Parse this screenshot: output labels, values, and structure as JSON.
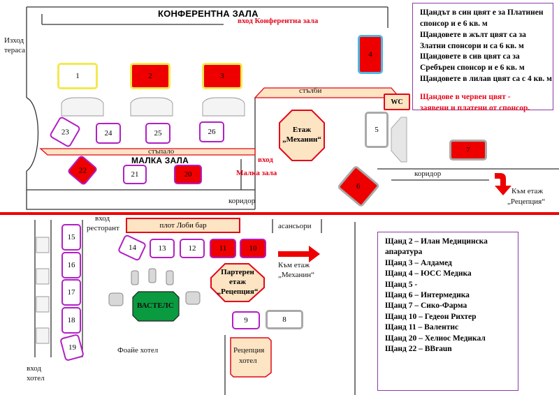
{
  "halls": {
    "conference_title": "КОНФЕРЕНТНА ЗАЛА",
    "conference_entry": "вход Конферентна зала",
    "small_title": "МАЛКА ЗАЛА",
    "small_entry_line1": "вход",
    "small_entry_line2": "Малка зала"
  },
  "labels": {
    "terrace_exit_line1": "Изход",
    "terrace_exit_line2": "тераса",
    "stairs_top": "стълби",
    "stairs_mid": "стъпало",
    "corridor_1": "коридор",
    "corridor_2": "коридор",
    "wc": "WC",
    "to_reception_line1": "Към етаж",
    "to_reception_line2": "„Рецепция“",
    "to_mechanin_line1": "Към етаж",
    "to_mechanin_line2": "„Механин“",
    "restaurant_entry_line1": "вход",
    "restaurant_entry_line2": "ресторант",
    "lobby_bar": "плот Лоби бар",
    "elevators": "асансьори",
    "lobby_hotel": "Фоайе хотел",
    "hotel_entry_line1": "вход",
    "hotel_entry_line2": "хотел",
    "vastels": "ВАСТЕЛС",
    "reception_desk_line1": "Рецепция",
    "reception_desk_line2": "хотел"
  },
  "octagons": {
    "mechanin_line1": "Етаж",
    "mechanin_line2": "„Механин“",
    "parter_line1": "Партерен",
    "parter_line2": "етаж",
    "parter_line3": "„Рецепция“"
  },
  "legend_colors": {
    "platinum": "#a9a9a9",
    "gold": "#f2e94e",
    "silver": "#4fb6e3",
    "lilac": "#b21fc4",
    "sponsor_red": "#ee0000"
  },
  "legend": {
    "lines": [
      "Щандът в син цвят е за Платинен",
      "спонсор и е 6 кв. м",
      "Щандовете в жълт цвят са за",
      "Златни спонсори и са 6 кв. м",
      "Щандовете в сив цвят са за",
      "Сребърен спонсор и е 6 кв. м",
      "Щандовете в лилав цвят са с 4 кв. м"
    ],
    "red_lines": [
      "Щандове в червен цвят -",
      "заявени и платени от спонсор."
    ]
  },
  "booth_list": [
    "Щанд 2 – Илан Медицинска",
    "апаратура",
    "Щанд 3 – Алдамед",
    "Щанд 4 – ЮСС Медика",
    "Щанд 5 -",
    "Щанд 6 – Интермедика",
    "Щанд 7 – Сико-Фарма",
    "Щанд 10 – Гедеон Рихтер",
    "Щанд 11 – Валентис",
    "Щанд 20 – Хелиос Медикал",
    "Щанд 22 – BBraun"
  ],
  "booths": {
    "b1": "1",
    "b2": "2",
    "b3": "3",
    "b4": "4",
    "b5": "5",
    "b6": "6",
    "b7": "7",
    "b8": "8",
    "b9": "9",
    "b10": "10",
    "b11": "11",
    "b12": "12",
    "b13": "13",
    "b14": "14",
    "b15": "15",
    "b16": "16",
    "b17": "17",
    "b18": "18",
    "b19": "19",
    "b20": "20",
    "b21": "21",
    "b22": "22",
    "b23": "23",
    "b24": "24",
    "b25": "25",
    "b26": "26"
  }
}
